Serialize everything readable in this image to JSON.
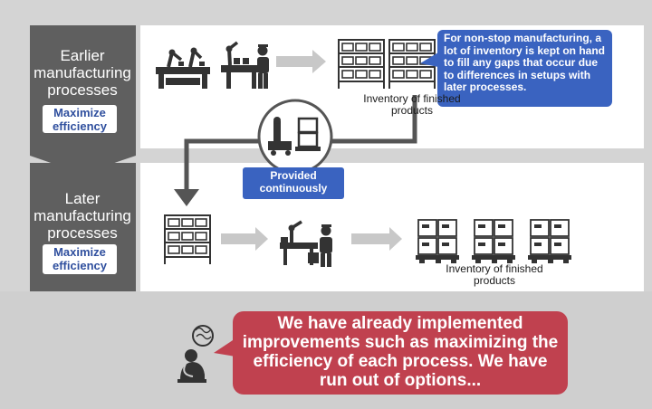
{
  "colors": {
    "background": "#d4d4d4",
    "stage_column": "#5f5f5f",
    "badge_text": "#2f4f9e",
    "blue_callout": "#3a63c0",
    "red_callout": "#c0414f",
    "dark_line": "#555555",
    "arrow_fill": "#c8c8c8"
  },
  "earlier": {
    "label": "Earlier manufacturing processes",
    "badge": "Maximize efficiency",
    "inventory_caption": "Inventory of finished products",
    "icons": [
      "robot-arms-assembly-line-icon",
      "worker-at-conveyor-icon",
      "flow-arrow-icon",
      "inventory-shelves-icon"
    ]
  },
  "callout_blue": {
    "text": "For non-stop manufacturing, a lot of inventory is kept on hand to fill any gaps that occur due to differences in setups with later processes."
  },
  "transfer": {
    "label": "Provided continuously",
    "icon": "transport-robot-icon"
  },
  "later": {
    "label": "Later manufacturing processes",
    "badge": "Maximize efficiency",
    "inventory_caption": "Inventory of finished products",
    "icons": [
      "inventory-shelves-icon",
      "flow-arrow-icon",
      "robot-and-worker-cell-icon",
      "flow-arrow-icon",
      "boxes-on-pallets-icon"
    ]
  },
  "callout_red": {
    "text": "We have already implemented improvements such as maximizing the efficiency of each process. We have run out of options...",
    "icon": "worried-person-icon"
  }
}
